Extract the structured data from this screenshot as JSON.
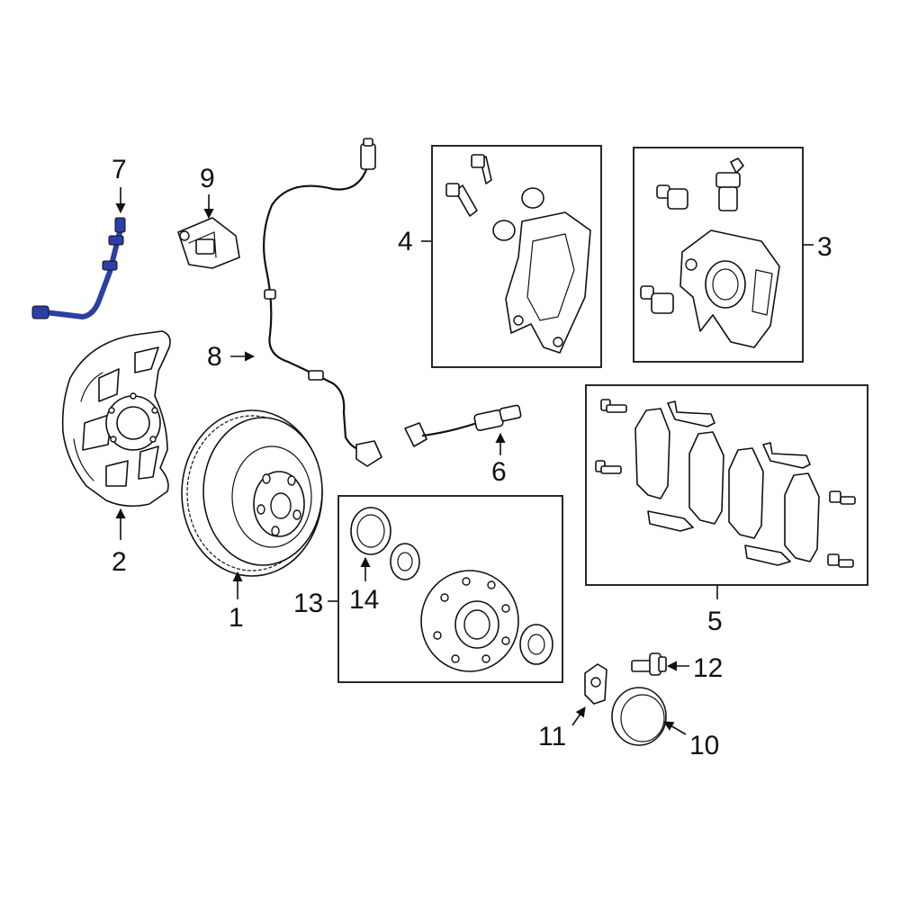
{
  "diagram": {
    "highlight_color": "#2b3fa6",
    "line_color": "#111111",
    "callouts": {
      "c1": "1",
      "c2": "2",
      "c3": "3",
      "c4": "4",
      "c5": "5",
      "c6": "6",
      "c7": "7",
      "c8": "8",
      "c9": "9",
      "c10": "10",
      "c11": "11",
      "c12": "12",
      "c13": "13",
      "c14": "14"
    },
    "highlighted_part": "7"
  }
}
